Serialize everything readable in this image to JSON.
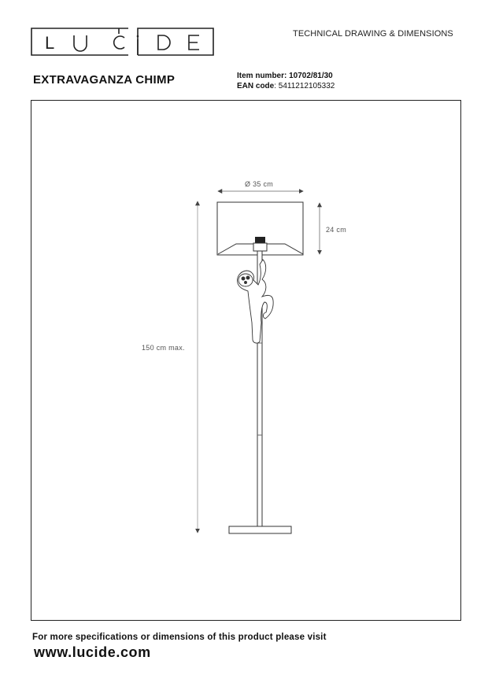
{
  "header": {
    "brand": "LUCIDE",
    "brand_letters": [
      "L",
      "U",
      "C",
      "D",
      "E"
    ],
    "document_type": "TECHNICAL DRAWING & DIMENSIONS",
    "product_name": "EXTRAVAGANZA CHIMP",
    "item_number_label": "Item number:",
    "item_number": "10702/81/30",
    "ean_label": "EAN code",
    "ean_value": ": 5411212105332"
  },
  "drawing": {
    "dimensions": {
      "shade_diameter": "Ø 35 cm",
      "shade_height": "24 cm",
      "total_height": "150 cm max."
    },
    "icons": [
      "floor-lamp-drawing",
      "monkey-figure",
      "dimension-arrow"
    ]
  },
  "footer": {
    "info_text": "For more specifications or dimensions of this product please visit",
    "website": "www.lucide.com"
  },
  "colors": {
    "line": "#222222",
    "dimension_line": "#888888",
    "text": "#111111"
  }
}
